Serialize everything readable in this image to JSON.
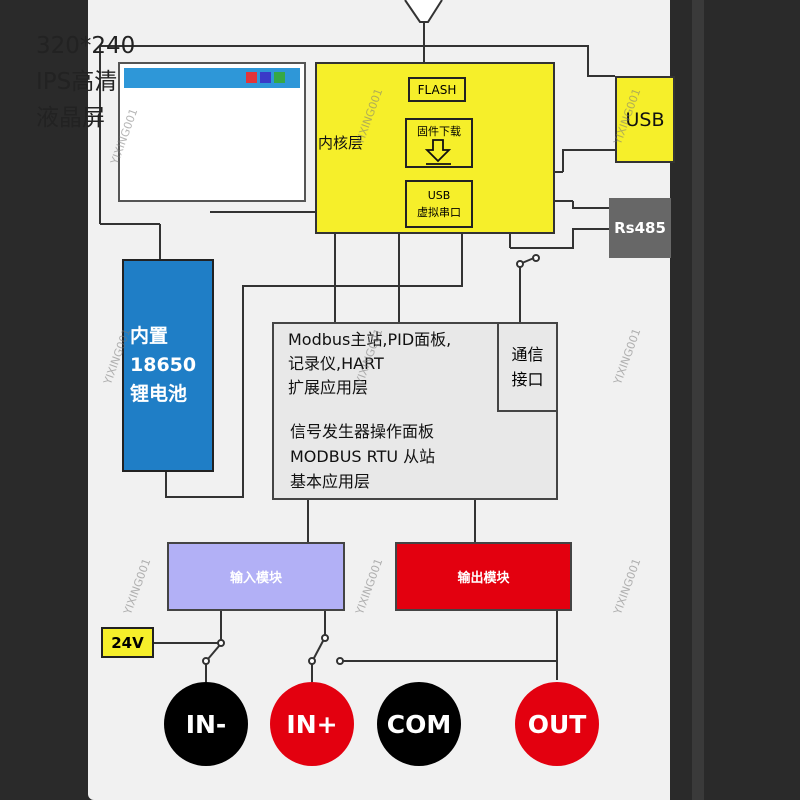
{
  "lcd": {
    "line1": "320*240",
    "line2": "IPS高清",
    "line3": "液晶屏",
    "colors": [
      "#e2343a",
      "#3a3ac8",
      "#36a845"
    ]
  },
  "core": {
    "label": "内核层",
    "flash": "FLASH",
    "firmware": "固件下载",
    "usb_serial_1": "USB",
    "usb_serial_2": "虚拟串口"
  },
  "ports": {
    "usb": "USB",
    "rs485": "Rs485"
  },
  "battery": {
    "line1": "内置",
    "line2": "18650",
    "line3": "锂电池"
  },
  "app": {
    "line1": "Modbus主站,PID面板,",
    "line2": "记录仪,HART",
    "line3": "扩展应用层",
    "comm1": "通信",
    "comm2": "接口",
    "base1": "信号发生器操作面板",
    "base2": "MODBUS RTU 从站",
    "base3": "基本应用层"
  },
  "modules": {
    "input": "输入模块",
    "output": "输出模块",
    "v24": "24V"
  },
  "terminals": [
    {
      "label": "IN-",
      "color": "#000000"
    },
    {
      "label": "IN+",
      "color": "#e3000f"
    },
    {
      "label": "COM",
      "color": "#000000"
    },
    {
      "label": "OUT",
      "color": "#e3000f"
    }
  ],
  "watermark": "YIXING001"
}
